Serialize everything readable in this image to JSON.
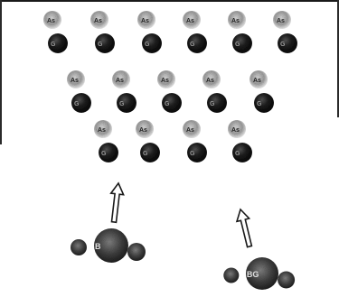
{
  "atoms": {
    "arsenic_label": "As",
    "gallium_label": "G",
    "boron_label": "B",
    "boron_cluster_label_2": "BG"
  },
  "colors": {
    "background": "#ffffff",
    "arsenic": "#9a9a9a",
    "gallium": "#1a1a1a",
    "boron_dark": "#2a2a2a",
    "boron_mid": "#6e6e6e",
    "frame": "#222222"
  }
}
